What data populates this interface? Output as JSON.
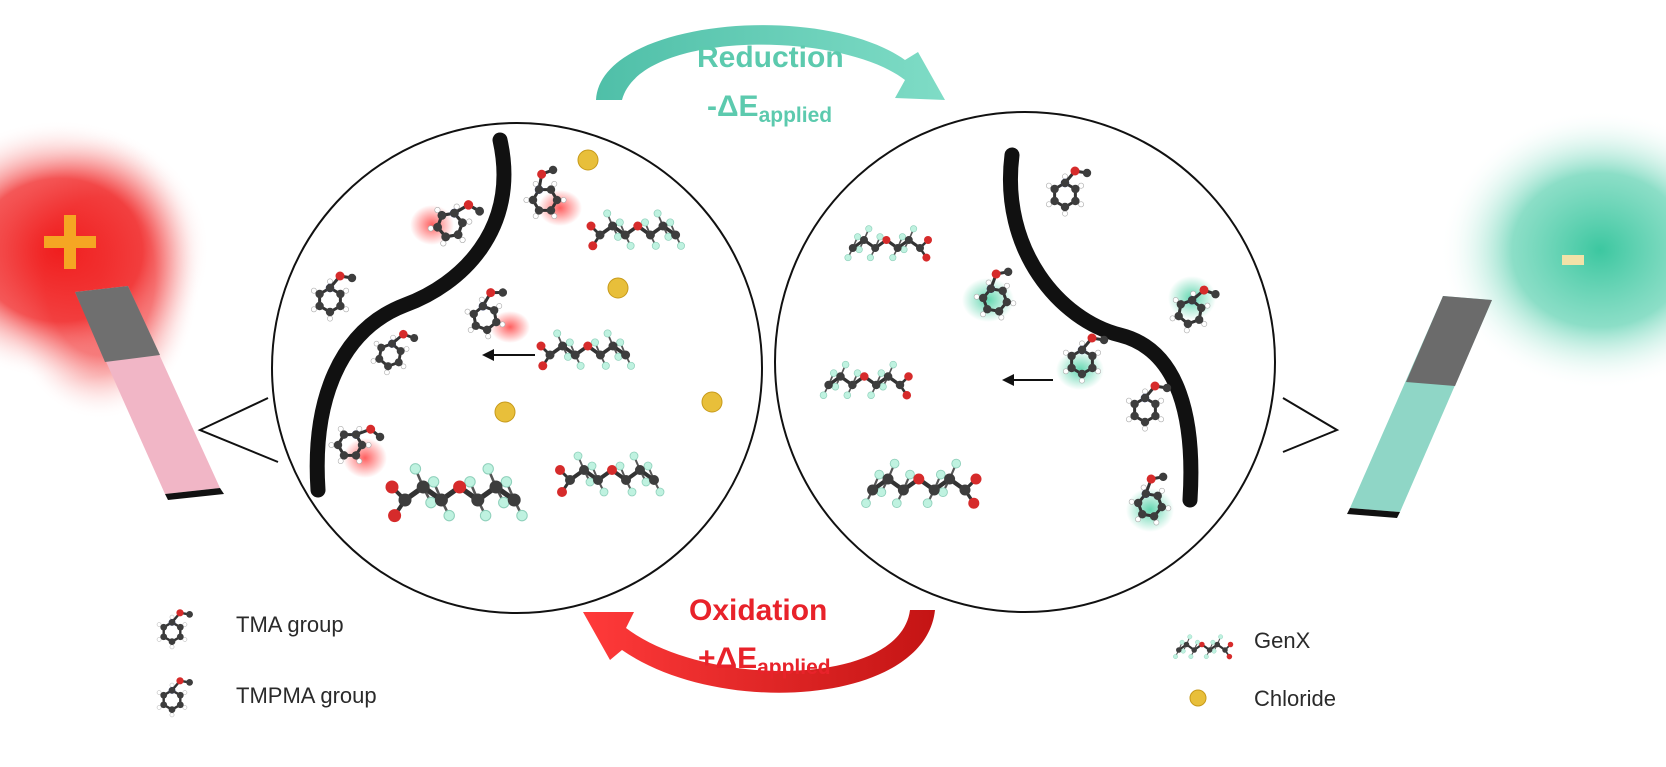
{
  "reduction": {
    "title": "Reduction",
    "potential_prefix": "-ΔE",
    "potential_subscript": "applied",
    "color": "#5ccaae"
  },
  "oxidation": {
    "title": "Oxidation",
    "potential_prefix": "+ΔE",
    "potential_subscript": "applied",
    "color": "#e8222a"
  },
  "electrodes": {
    "positive_sign": "+",
    "negative_sign": "-",
    "positive_glow_color": "#f01e1e",
    "negative_glow_color": "#3cc7a0",
    "sign_color": "#f5a623"
  },
  "legend": {
    "tma_label": "TMA group",
    "tmpma_label": "TMPMA group",
    "genx_label": "GenX",
    "chloride_label": "Chloride"
  },
  "colors": {
    "carbon": "#3d3d3d",
    "oxygen": "#d62b2b",
    "nitrogen": "#2b4bd6",
    "fluorine": "#bff2e0",
    "hydrogen": "#ffffff",
    "chloride": "#e8bf3a",
    "polymer": "#111111"
  }
}
